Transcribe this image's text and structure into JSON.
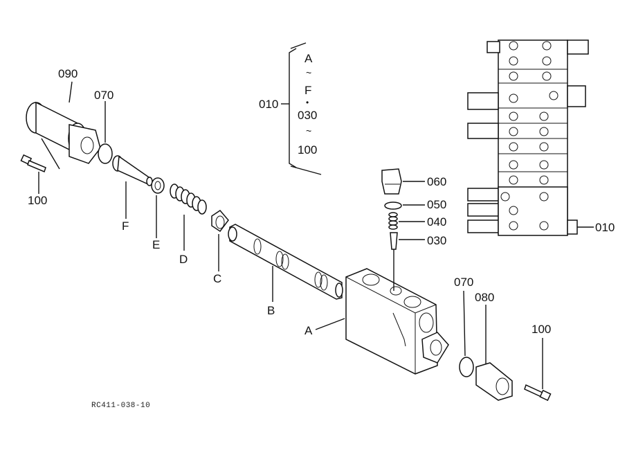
{
  "labels": {
    "p090": "090",
    "p070_left": "070",
    "p100_left": "100",
    "p_f": "F",
    "p_e": "E",
    "p_d": "D",
    "p_c": "C",
    "p_b": "B",
    "p_a": "A",
    "p060": "060",
    "p050": "050",
    "p040": "040",
    "p030": "030",
    "p070_right": "070",
    "p080": "080",
    "p100_right": "100",
    "p010_right": "010"
  },
  "set_legend": {
    "ref": "010",
    "lines": [
      "A",
      "~",
      "F",
      "•",
      "030",
      "~",
      "100"
    ]
  },
  "drawing_code": "RC411-038-10"
}
